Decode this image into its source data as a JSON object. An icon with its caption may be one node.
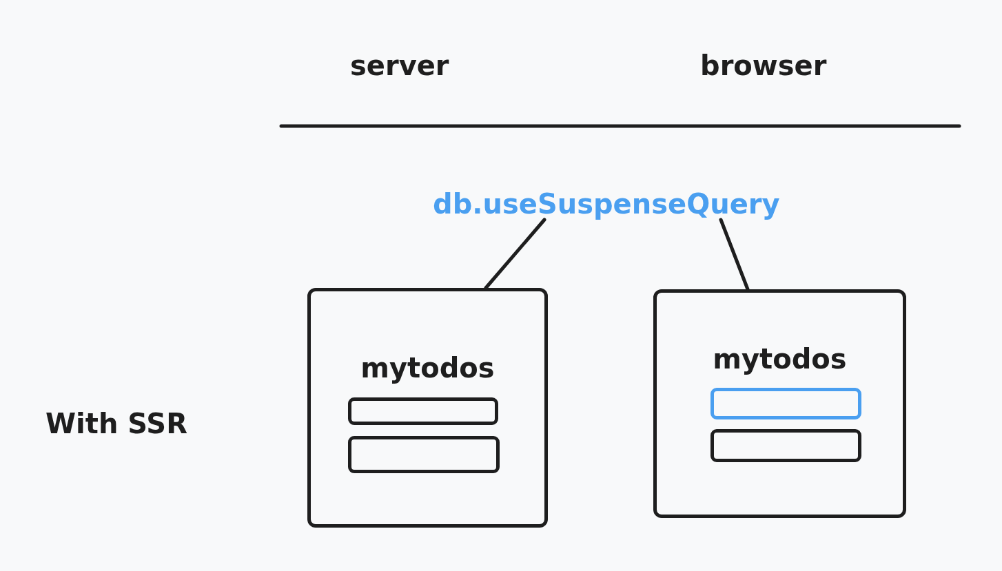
{
  "diagram": {
    "nodes": [
      {
        "text": [
          "db.useSuspenseQuery"
        ]
      },
      {
        "text": [
          "mytodos"
        ]
      },
      {
        "text": [],
        "shape": "bar",
        "in": 1
      },
      {
        "text": [],
        "shape": "bar",
        "in": 1
      },
      {
        "text": [
          "mytodos"
        ]
      },
      {
        "text": [],
        "shape": "bar",
        "in": 4
      },
      {
        "text": [],
        "shape": "bar",
        "in": 4
      }
    ],
    "edges": [
      {
        "from": 0,
        "to": 1,
        "arrow": "none"
      },
      {
        "from": 0,
        "to": 4,
        "arrow": "none"
      }
    ],
    "labels": [
      "server",
      "browser",
      "With SSR"
    ]
  }
}
